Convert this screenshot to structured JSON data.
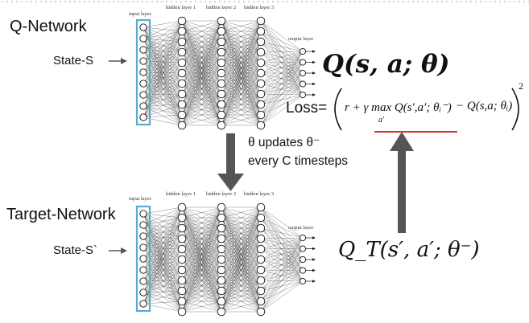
{
  "q_network": {
    "title": "Q-Network",
    "input_label": "State-S",
    "layer_labels": [
      "input layer",
      "hidden layer 1",
      "hidden layer 2",
      "hidden layer 3",
      "output layer"
    ],
    "output_label": "Q(s, a; θ)"
  },
  "target_network": {
    "title": "Target-Network",
    "input_label": "State-S`",
    "layer_labels": [
      "input layer",
      "hidden layer 1",
      "hidden layer 2",
      "hidden layer 3",
      "output layer"
    ],
    "output_label": "Q_T(s′, a′; θ⁻)"
  },
  "update_note": {
    "line1": "θ updates θ⁻",
    "line2": "every C timesteps"
  },
  "loss": {
    "label": "Loss=",
    "formula_target": "r + γ max Q(s′,a′; θᵢ⁻)",
    "formula_max_sub": "a′",
    "formula_pred": "− Q(s,a; θᵢ)",
    "exponent": "2"
  },
  "colors": {
    "input_box": "#5aaccf",
    "underline": "#d8332d",
    "arrow": "#555555",
    "text": "#111111"
  }
}
